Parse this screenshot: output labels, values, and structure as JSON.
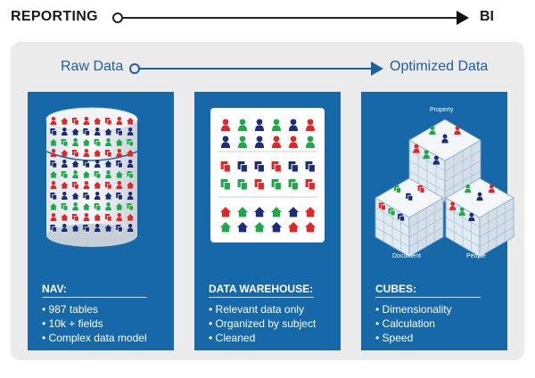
{
  "header": {
    "left": "REPORTING",
    "right": "BI"
  },
  "flow": {
    "left": "Raw Data",
    "right": "Optimized Data"
  },
  "colors": {
    "blue_card": "#1668a8",
    "accent_blue": "#1d5fa3",
    "person_red": "#e02626",
    "person_green": "#1fa84a",
    "person_navy": "#1c2c78",
    "panel_grey": "#ebebeb"
  },
  "cards": [
    {
      "heading": "NAV:",
      "items": [
        "987 tables",
        "10k + fields",
        "Complex data model"
      ]
    },
    {
      "heading": "DATA WAREHOUSE:",
      "items": [
        "Relevant data only",
        "Organized by subject",
        "Cleaned"
      ]
    },
    {
      "heading": "CUBES:",
      "items": [
        "Dimensionality",
        "Calculation",
        "Speed"
      ]
    }
  ],
  "cube_labels": {
    "top": "Property",
    "left": "Document",
    "right": "People"
  },
  "icons": [
    "person-icon",
    "document-icon",
    "house-icon",
    "database-cylinder-icon",
    "data-cube-icon"
  ]
}
